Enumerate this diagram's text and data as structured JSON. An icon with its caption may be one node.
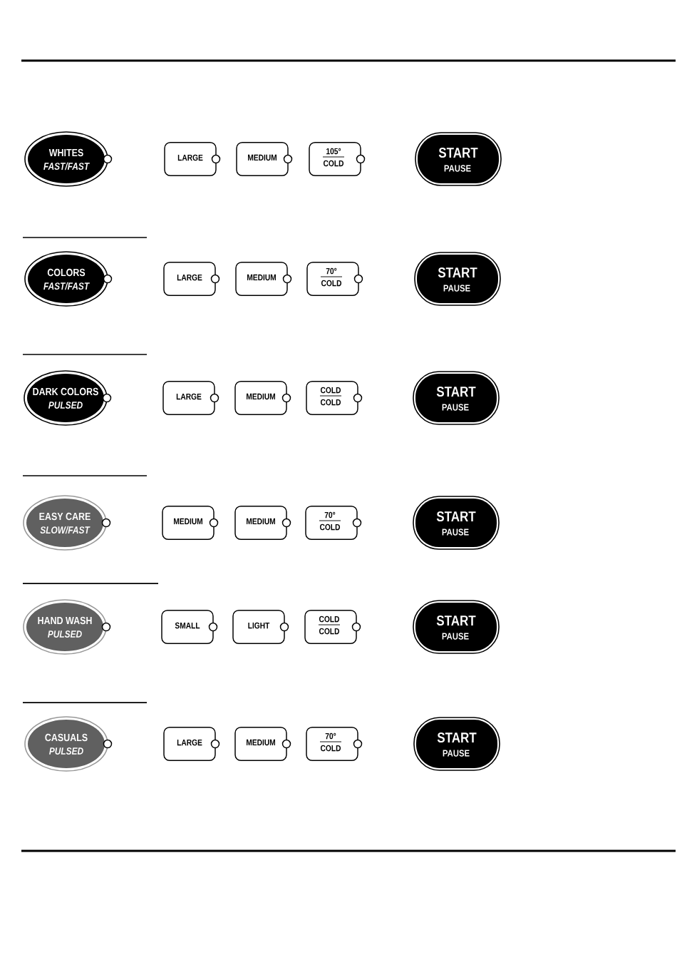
{
  "diagram": {
    "nodes": [
      {
        "text": [
          "WHITES",
          "FAST/FAST"
        ]
      },
      {
        "text": [
          "LARGE"
        ]
      },
      {
        "text": [
          "MEDIUM"
        ]
      },
      {
        "text": [
          "105°",
          "COLD"
        ]
      },
      {
        "text": [
          "START",
          "PAUSE"
        ]
      },
      {
        "text": [
          "COLORS",
          "FAST/FAST"
        ]
      },
      {
        "text": [
          "LARGE"
        ]
      },
      {
        "text": [
          "MEDIUM"
        ]
      },
      {
        "text": [
          "70°",
          "COLD"
        ]
      },
      {
        "text": [
          "START",
          "PAUSE"
        ]
      },
      {
        "text": [
          "DARK COLORS",
          "PULSED"
        ]
      },
      {
        "text": [
          "LARGE"
        ]
      },
      {
        "text": [
          "MEDIUM"
        ]
      },
      {
        "text": [
          "COLD",
          "COLD"
        ]
      },
      {
        "text": [
          "START",
          "PAUSE"
        ]
      },
      {
        "text": [
          "EASY CARE",
          "SLOW/FAST"
        ]
      },
      {
        "text": [
          "MEDIUM"
        ]
      },
      {
        "text": [
          "MEDIUM"
        ]
      },
      {
        "text": [
          "70°",
          "COLD"
        ]
      },
      {
        "text": [
          "START",
          "PAUSE"
        ]
      },
      {
        "text": [
          "HAND WASH",
          "PULSED"
        ]
      },
      {
        "text": [
          "SMALL"
        ]
      },
      {
        "text": [
          "LIGHT"
        ]
      },
      {
        "text": [
          "COLD",
          "COLD"
        ]
      },
      {
        "text": [
          "START",
          "PAUSE"
        ]
      },
      {
        "text": [
          "CASUALS",
          "PULSED"
        ]
      },
      {
        "text": [
          "LARGE"
        ]
      },
      {
        "text": [
          "MEDIUM"
        ]
      },
      {
        "text": [
          "70°",
          "COLD"
        ]
      },
      {
        "text": [
          "START",
          "PAUSE"
        ]
      }
    ]
  }
}
